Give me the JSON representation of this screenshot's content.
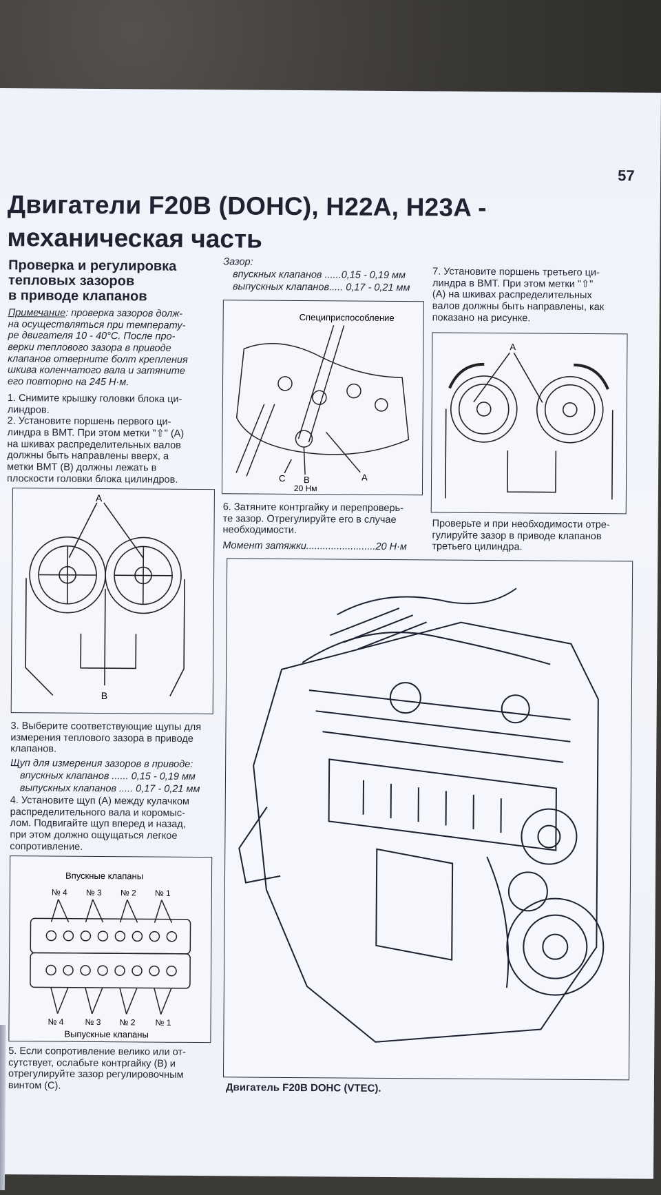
{
  "page_number": "57",
  "title_line1": "Двигатели F20B (DOHC), H22A, H23A -",
  "title_line2": "механическая часть",
  "section": {
    "heading_l1": "Проверка и регулировка",
    "heading_l2": "тепловых зазоров",
    "heading_l3": "в приводе клапанов"
  },
  "note": {
    "label": "Примечание",
    "lines": [
      ": проверка зазоров долж-",
      "на осуществляться при температу-",
      "ре двигателя 10 - 40°С. После про-",
      "верки теплового зазора в приводе",
      "клапанов отверните болт крепления",
      "шкива коленчатого вала и затяните",
      "его повторно на 245 Н·м."
    ]
  },
  "steps_col1a": [
    "1. Снимите крышку головки блока ци-",
    "линдров.",
    "2. Установите поршень первого ци-",
    "линдра в ВМТ. При этом метки \"⇧\" (А)",
    "на шкивах распределительных валов",
    "должны быть направлены вверх, а",
    "метки ВМТ (В) должны лежать в",
    "плоскости головки блока цилиндров."
  ],
  "fig1": {
    "label_a": "A",
    "label_b": "B"
  },
  "steps_col1b": [
    "3. Выберите соответствующие щупы для",
    "измерения теплового зазора в приводе",
    "клапанов."
  ],
  "feeler": {
    "heading": "Щуп для измерения зазоров в приводе:",
    "intake": "впускных клапанов ...... 0,15 - 0,19 мм",
    "exhaust": "выпускных клапанов ..... 0,17 - 0,21 мм"
  },
  "steps_col1c": [
    "4. Установите щуп (А) между кулачком",
    "распределительного вала и коромыс-",
    "лом. Подвигайте щуп вперед и назад,",
    "при этом должно ощущаться легкое",
    "сопротивление."
  ],
  "fig_valves": {
    "top_label": "Впускные клапаны",
    "bottom_label": "Выпускные клапаны",
    "numbers": [
      "№ 4",
      "№ 3",
      "№ 2",
      "№ 1"
    ]
  },
  "steps_col1d": [
    "5. Если сопротивление велико или от-",
    "сутствует, ослабьте контргайку (В) и",
    "отрегулируйте зазор регулировочным",
    "винтом (С)."
  ],
  "clearance": {
    "heading": "Зазор:",
    "intake": "впускных клапанов ......0,15 - 0,19 мм",
    "exhaust": "выпускных клапанов..... 0,17 - 0,21 мм"
  },
  "fig2": {
    "tool_label": "Специприспособление",
    "label_a": "A",
    "label_b": "B",
    "label_c": "C",
    "torque": "20 Нм"
  },
  "step6": [
    "6. Затяните контргайку и перепроверь-",
    "те зазор. Отрегулируйте его в случае",
    "необходимости."
  ],
  "torque_line": "Момент затяжки.........................20 Н·м",
  "step7": [
    "7. Установите поршень третьего ци-",
    "линдра в ВМТ. При этом метки \"⇧\"",
    "(А) на шкивах распределительных",
    "валов должны быть направлены, как",
    "показано на рисунке."
  ],
  "fig3": {
    "label_a": "A"
  },
  "check3": [
    "Проверьте и при необходимости отре-",
    "гулируйте зазор в приводе клапанов",
    "третьего цилиндра."
  ],
  "engine_caption": "Двигатель F20B DOHC (VTEC).",
  "colors": {
    "paper": "#eef2fa",
    "ink": "#1f2230",
    "asphalt": "#3c3a37"
  }
}
